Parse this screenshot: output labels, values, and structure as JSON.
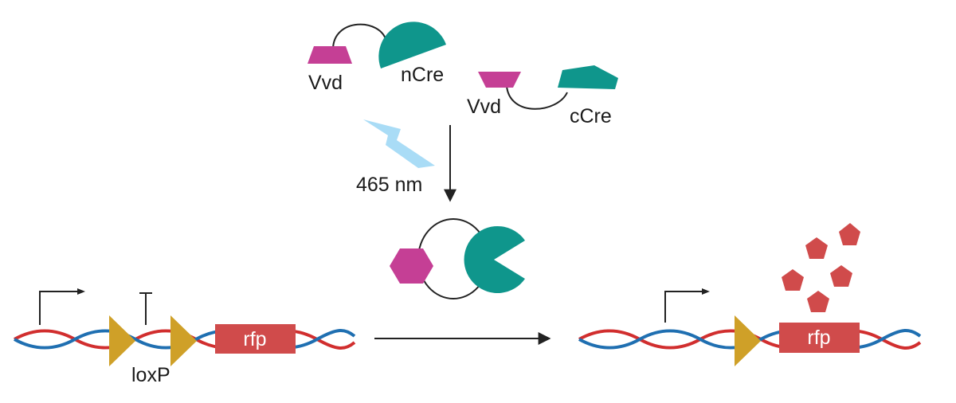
{
  "labels": {
    "vvd_1": "Vvd",
    "ncre": "nCre",
    "vvd_2": "Vvd",
    "ccre": "cCre",
    "wavelength": "465 nm",
    "loxp": "loxP",
    "rfp_before": "rfp",
    "rfp_after": "rfp"
  },
  "colors": {
    "vvd": "#c53f95",
    "cre": "#0f968c",
    "loxp": "#cfa028",
    "rfp": "#d04b4b",
    "dna_red": "#d12e2e",
    "dna_blue": "#1f6fb1",
    "light": "#a9dcf6",
    "line": "#222222"
  }
}
